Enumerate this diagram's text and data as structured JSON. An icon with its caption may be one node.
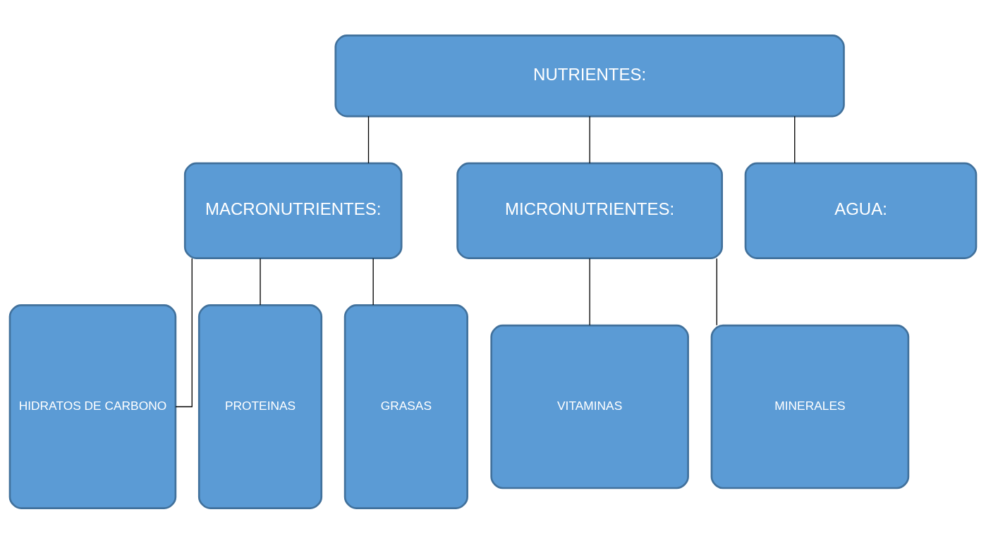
{
  "diagram": {
    "nodes": [
      {
        "text": [
          "NUTRIENTES:"
        ]
      },
      {
        "text": [
          "MACRONUTRIENTES:"
        ]
      },
      {
        "text": [
          "MICRONUTRIENTES:"
        ]
      },
      {
        "text": [
          "AGUA:"
        ]
      },
      {
        "text": [
          "HIDRATOS DE CARBONO"
        ]
      },
      {
        "text": [
          "PROTEINAS"
        ]
      },
      {
        "text": [
          "GRASAS"
        ]
      },
      {
        "text": [
          "VITAMINAS"
        ]
      },
      {
        "text": [
          "MINERALES"
        ]
      }
    ],
    "edges": [
      {
        "from": 0,
        "to": 1,
        "arrow": "none"
      },
      {
        "from": 0,
        "to": 2,
        "arrow": "none"
      },
      {
        "from": 0,
        "to": 3,
        "arrow": "none"
      },
      {
        "from": 1,
        "to": 4,
        "arrow": "none"
      },
      {
        "from": 1,
        "to": 5,
        "arrow": "none"
      },
      {
        "from": 1,
        "to": 6,
        "arrow": "none"
      },
      {
        "from": 2,
        "to": 7,
        "arrow": "none"
      },
      {
        "from": 2,
        "to": 8,
        "arrow": "none"
      }
    ]
  }
}
